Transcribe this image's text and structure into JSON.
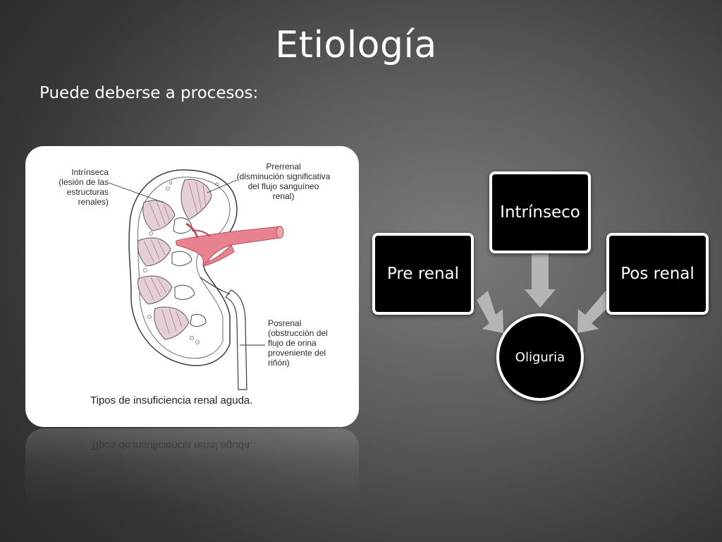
{
  "slide": {
    "title": "Etiología",
    "subtitle": "Puede deberse a procesos:"
  },
  "figure": {
    "labels": {
      "intrinseca": "Intrínseca\n(lesión de las\nestructuras\nrenales)",
      "prerrenal": "Prerrenal\n(disminución significativa\ndel flujo sanguíneo\nrenal)",
      "posrenal": "Posrenal\n(obstrucción del\nflujo de orina\nproveniente del\nriñón)"
    },
    "caption": "Tipos de insuficiencia renal aguda."
  },
  "smartart": {
    "boxes": {
      "pre_renal": "Pre renal",
      "intrinseco": "Intrínseco",
      "pos_renal": "Pos renal"
    },
    "center": "Oliguria"
  },
  "colors": {
    "box_fill": "#000000",
    "box_border": "#ffffff",
    "arrow": "#b5b5b5",
    "vessel": "#e8828f",
    "pyramid": "#d8b8bf"
  }
}
